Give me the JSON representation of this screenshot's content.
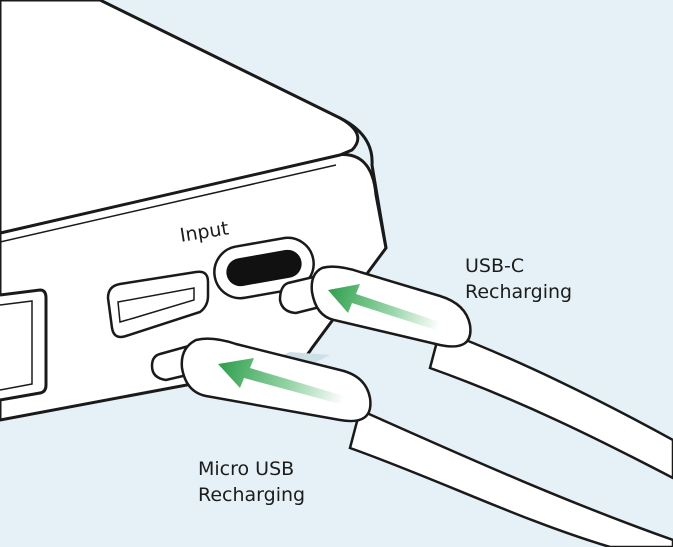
{
  "diagram": {
    "port_label": "Input",
    "callouts": {
      "usb_c": {
        "line1": "USB-C",
        "line2": "Recharging"
      },
      "micro_usb": {
        "line1": "Micro USB",
        "line2": "Recharging"
      }
    }
  },
  "colors": {
    "background": "#e6f1f7",
    "outline": "#1a1a1a",
    "device_body": "#ffffff",
    "arrow_green": "#3cae5a"
  },
  "icons": [
    "power-bank-device",
    "usb-a-port",
    "usb-c-port",
    "usb-c-cable",
    "micro-usb-cable",
    "insert-arrow-icon"
  ]
}
